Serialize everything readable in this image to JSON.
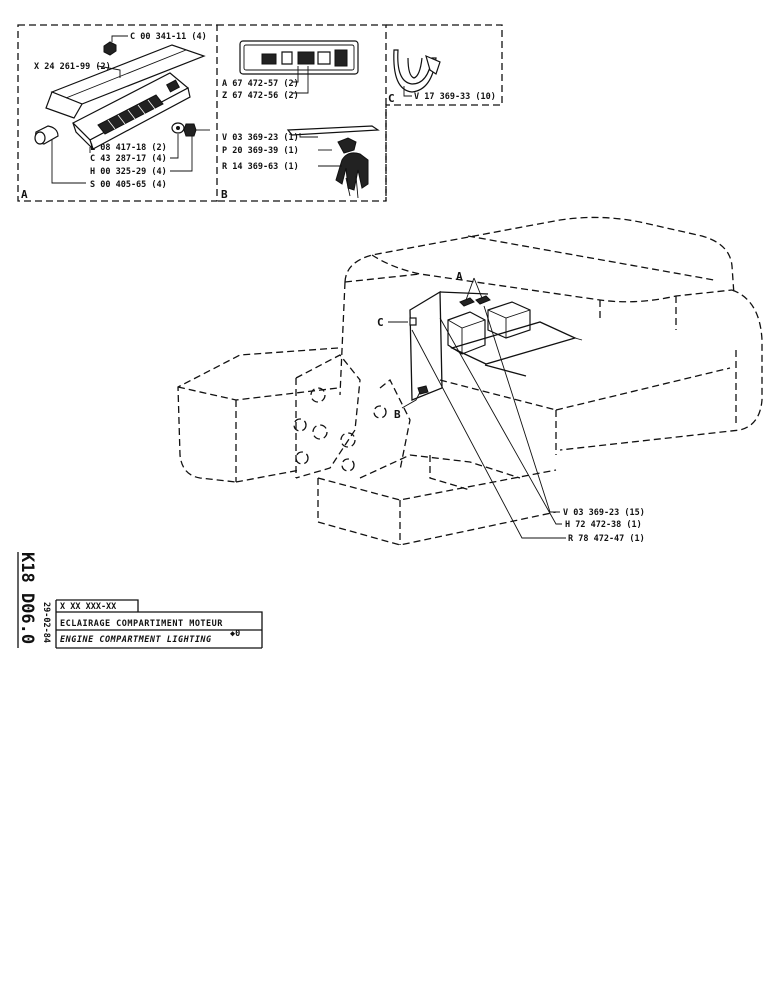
{
  "detail_a": {
    "letter": "A",
    "parts": [
      {
        "ref": "C 00 341-11 (4)"
      },
      {
        "ref": "X 24 261-99 (2)"
      },
      {
        "ref": "L 08 417-18 (2)"
      },
      {
        "ref": "C 43 287-17 (4)"
      },
      {
        "ref": "H 00 325-29 (4)"
      },
      {
        "ref": "S 00 405-65 (4)"
      }
    ]
  },
  "detail_b": {
    "letter": "B",
    "parts": [
      {
        "ref": "A 67 472-57 (2)"
      },
      {
        "ref": "Z 67 472-56 (2)"
      },
      {
        "ref": "V 03 369-23 (1)"
      },
      {
        "ref": "P 20 369-39 (1)"
      },
      {
        "ref": "R 14 369-63 (1)"
      }
    ]
  },
  "detail_c": {
    "letter": "C",
    "parts": [
      {
        "ref": "V 17 369-33 (10)"
      }
    ]
  },
  "main_view": {
    "callouts": [
      "A",
      "C",
      "B"
    ],
    "parts": [
      {
        "ref": "V 03 369-23 (15)"
      },
      {
        "ref": "H 72 472-38 (1)"
      },
      {
        "ref": "R 78 472-47 (1)"
      }
    ]
  },
  "title_block": {
    "sheet_code": "K18 D06.0",
    "date": "29-02-84",
    "code": "X XX XXX-XX",
    "title_fr": "ECLAIRAGE   COMPARTIMENT   MOTEUR",
    "title_en": "ENGINE   COMPARTMENT   LIGHTING",
    "ref_symbol": "◆0"
  }
}
